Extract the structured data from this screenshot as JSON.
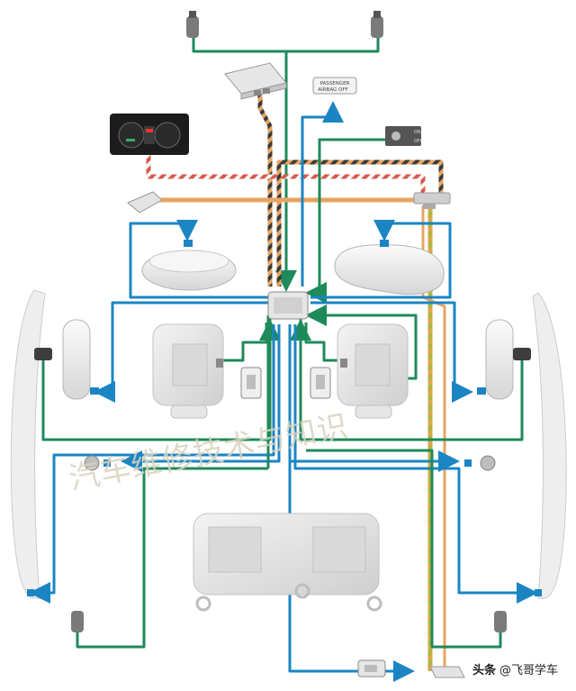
{
  "diagram": {
    "airbag_off_label_line1": "PASSENGER",
    "airbag_off_label_line2": "AIRBAG OFF",
    "key_switch_on": "ON",
    "key_switch_off": "OFF"
  },
  "watermark": {
    "text": "汽车维修技术与知识"
  },
  "credit": {
    "source": "头条",
    "author": "@飞哥学车"
  },
  "colors": {
    "green": "#1e8a5a",
    "blue": "#1b85c4",
    "orange": "#e8a462",
    "yellow_green": "#aab93b",
    "red_white": "#d9584a",
    "component_gray": "#d4d4d4",
    "component_dark": "#707070"
  }
}
